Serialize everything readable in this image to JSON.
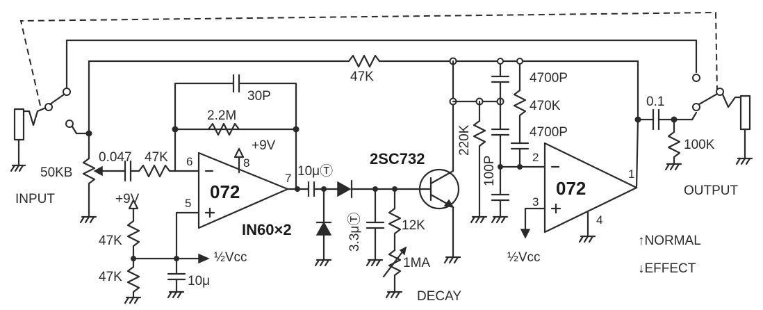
{
  "labels": {
    "r_feedback": "47K",
    "c_30p": "30P",
    "r_2_2m": "2.2M",
    "supply_pos_a": "+9V",
    "pot_input": "50KB",
    "c_0047": "0.047",
    "r_47k_in": "47K",
    "pin6": "6",
    "pin8": "8",
    "pin7": "7",
    "pin5": "5",
    "opamp1": "072",
    "input": "INPUT",
    "supply_pos_b": "+9V",
    "r_div_top": "47K",
    "r_div_bot": "47K",
    "half_vcc_a": "½Vcc",
    "c_10u_bias": "10μ",
    "diodes": "IN60×2",
    "c_10u_t": "10μⓉ",
    "transistor": "2SC732",
    "c_33u": "3.3μⓉ",
    "r_12k": "12K",
    "pot_1ma": "1MA",
    "decay": "DECAY",
    "r_220k": "220K",
    "c_100p": "100P",
    "c_4700p_a": "4700P",
    "r_470k": "470K",
    "c_4700p_b": "4700P",
    "pin2": "2",
    "pin3": "3",
    "pin4": "4",
    "pin1": "1",
    "opamp2": "072",
    "half_vcc_b": "½Vcc",
    "c_01": "0.1",
    "r_100k": "100K",
    "output": "OUTPUT",
    "normal": "↑NORMAL",
    "effect": "↓EFFECT"
  }
}
